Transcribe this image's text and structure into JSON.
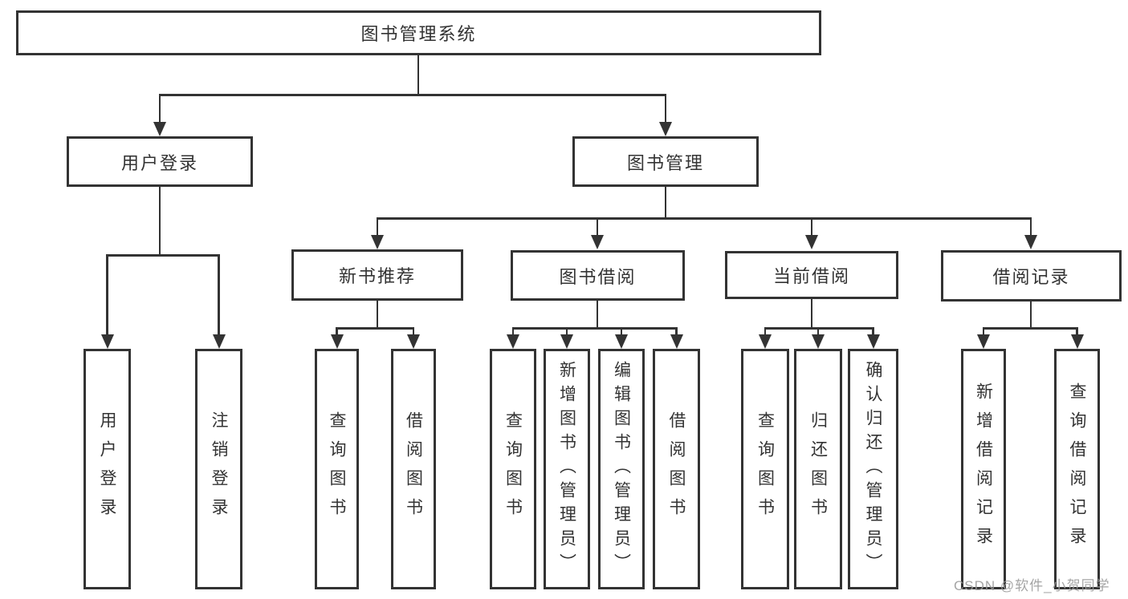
{
  "diagram": {
    "type": "hierarchy-tree",
    "colors": {
      "line": "#333333",
      "text": "#333333",
      "background": "#ffffff",
      "watermark": "#9b9b9b"
    }
  },
  "tree": {
    "root": {
      "label": "图书管理系统",
      "children": [
        {
          "label": "用户登录",
          "children": [
            {
              "label": "用户登录"
            },
            {
              "label": "注销登录"
            }
          ]
        },
        {
          "label": "图书管理",
          "children": [
            {
              "label": "新书推荐",
              "children": [
                {
                  "label": "查询图书"
                },
                {
                  "label": "借阅图书"
                }
              ]
            },
            {
              "label": "图书借阅",
              "children": [
                {
                  "label": "查询图书"
                },
                {
                  "label": "新增图书（管理员）"
                },
                {
                  "label": "编辑图书（管理员）"
                },
                {
                  "label": "借阅图书"
                }
              ]
            },
            {
              "label": "当前借阅",
              "children": [
                {
                  "label": "查询图书"
                },
                {
                  "label": "归还图书"
                },
                {
                  "label": "确认归还（管理员）"
                }
              ]
            },
            {
              "label": "借阅记录",
              "children": [
                {
                  "label": "新增借阅记录"
                },
                {
                  "label": "查询借阅记录"
                }
              ]
            }
          ]
        }
      ]
    }
  },
  "watermark": {
    "text": "CSDN @软件_小贺同学"
  }
}
